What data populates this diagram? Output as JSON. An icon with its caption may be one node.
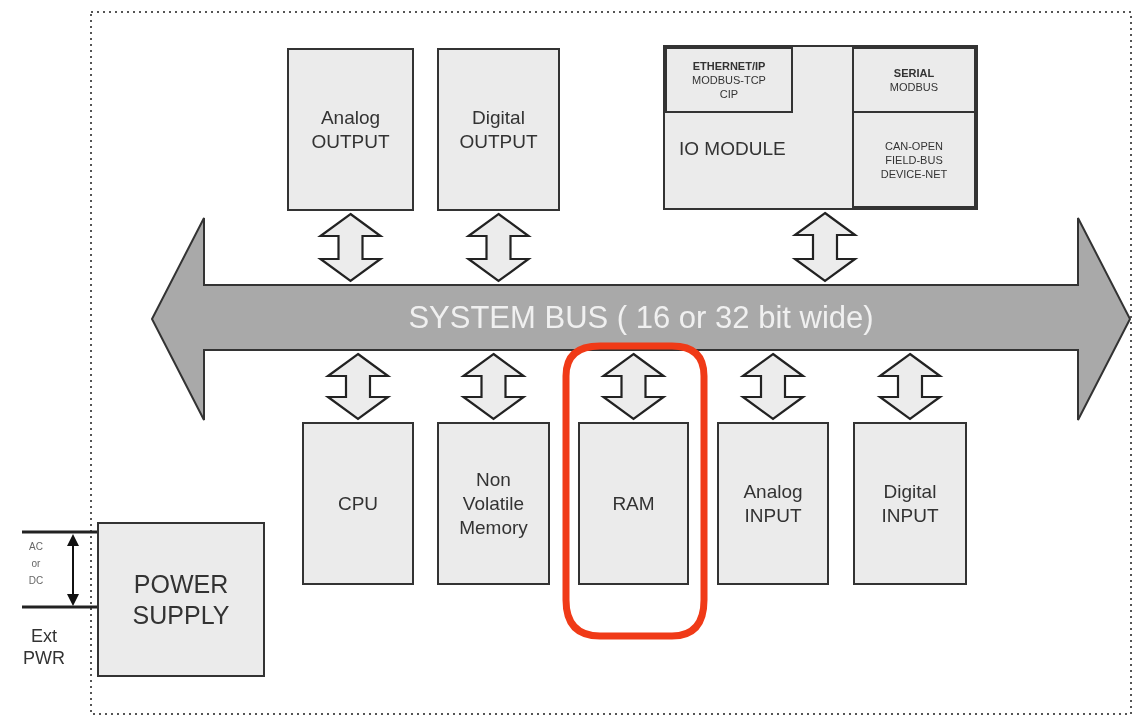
{
  "diagram": {
    "nodes": [
      {
        "text": [
          "Analog OUTPUT"
        ]
      },
      {
        "text": [
          "Digital OUTPUT"
        ]
      },
      {
        "text": [
          "IO MODULE"
        ]
      },
      {
        "text": [
          "ETHERNET/IP",
          "MODBUS-TCP CIP"
        ],
        "in": 2
      },
      {
        "text": [
          "SERIAL",
          "MODBUS"
        ],
        "in": 2
      },
      {
        "text": [
          "CAN-OPEN FIELD-BUS DEVICE-NET"
        ],
        "in": 2
      },
      {
        "text": [
          "SYSTEM BUS ( 16 or 32 bit wide)"
        ]
      },
      {
        "text": [
          "CPU"
        ]
      },
      {
        "text": [
          "Non Volatile Memory"
        ]
      },
      {
        "text": [
          "RAM"
        ]
      },
      {
        "text": [
          "Analog INPUT"
        ]
      },
      {
        "text": [
          "Digital INPUT"
        ]
      },
      {
        "text": [
          "POWER SUPPLY"
        ]
      }
    ],
    "edges": [
      {
        "from": 0,
        "to": 6,
        "arrow": "both"
      },
      {
        "from": 1,
        "to": 6,
        "arrow": "both"
      },
      {
        "from": 2,
        "to": 6,
        "arrow": "both"
      },
      {
        "from": 6,
        "to": 7,
        "arrow": "both"
      },
      {
        "from": 6,
        "to": 8,
        "arrow": "both"
      },
      {
        "from": 6,
        "to": 9,
        "arrow": "both"
      },
      {
        "from": 6,
        "to": 10,
        "arrow": "both"
      },
      {
        "from": 6,
        "to": 11,
        "arrow": "both"
      },
      {
        "from": null,
        "to": 12,
        "arrow": "none"
      },
      {
        "from": null,
        "to": 12,
        "arrow": "none"
      }
    ],
    "labels": [
      "AC or DC",
      "Ext PWR"
    ]
  }
}
